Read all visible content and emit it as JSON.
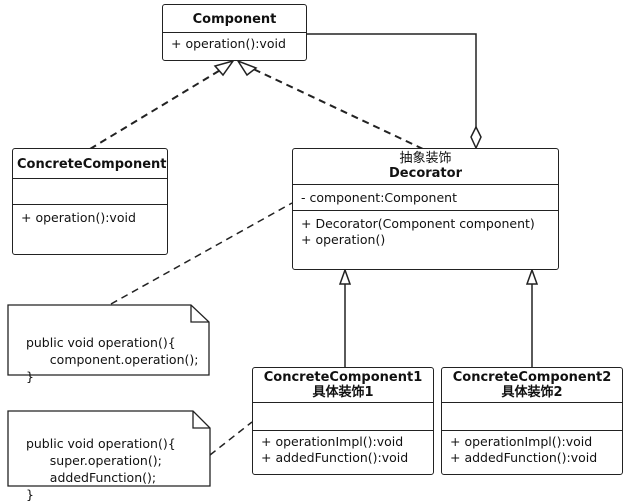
{
  "classes": {
    "component": {
      "name": "Component",
      "methods": [
        "+ operation():void"
      ]
    },
    "concrete_component": {
      "name": "ConcreteComponent",
      "attributes": [],
      "methods": [
        "+ operation():void"
      ]
    },
    "decorator": {
      "stereotype": "抽象装饰",
      "name": "Decorator",
      "attributes": [
        "- component:Component"
      ],
      "methods": [
        "+ Decorator(Component component)",
        "+ operation()"
      ]
    },
    "concrete_decorator_1": {
      "name": "ConcreteComponent1",
      "subtitle": "具体装饰1",
      "attributes": [],
      "methods": [
        "+ operationImpl():void",
        "+ addedFunction():void"
      ]
    },
    "concrete_decorator_2": {
      "name": "ConcreteComponent2",
      "subtitle": "具体装饰2",
      "attributes": [],
      "methods": [
        "+ operationImpl():void",
        "+ addedFunction():void"
      ]
    }
  },
  "notes": {
    "decorator_note": [
      "public void operation(){",
      "      component.operation();",
      "}"
    ],
    "concrete_note": [
      "public void operation(){",
      "      super.operation();",
      "      addedFunction();",
      "}"
    ]
  },
  "colors": {
    "line": "#222222",
    "background": "#ffffff"
  }
}
